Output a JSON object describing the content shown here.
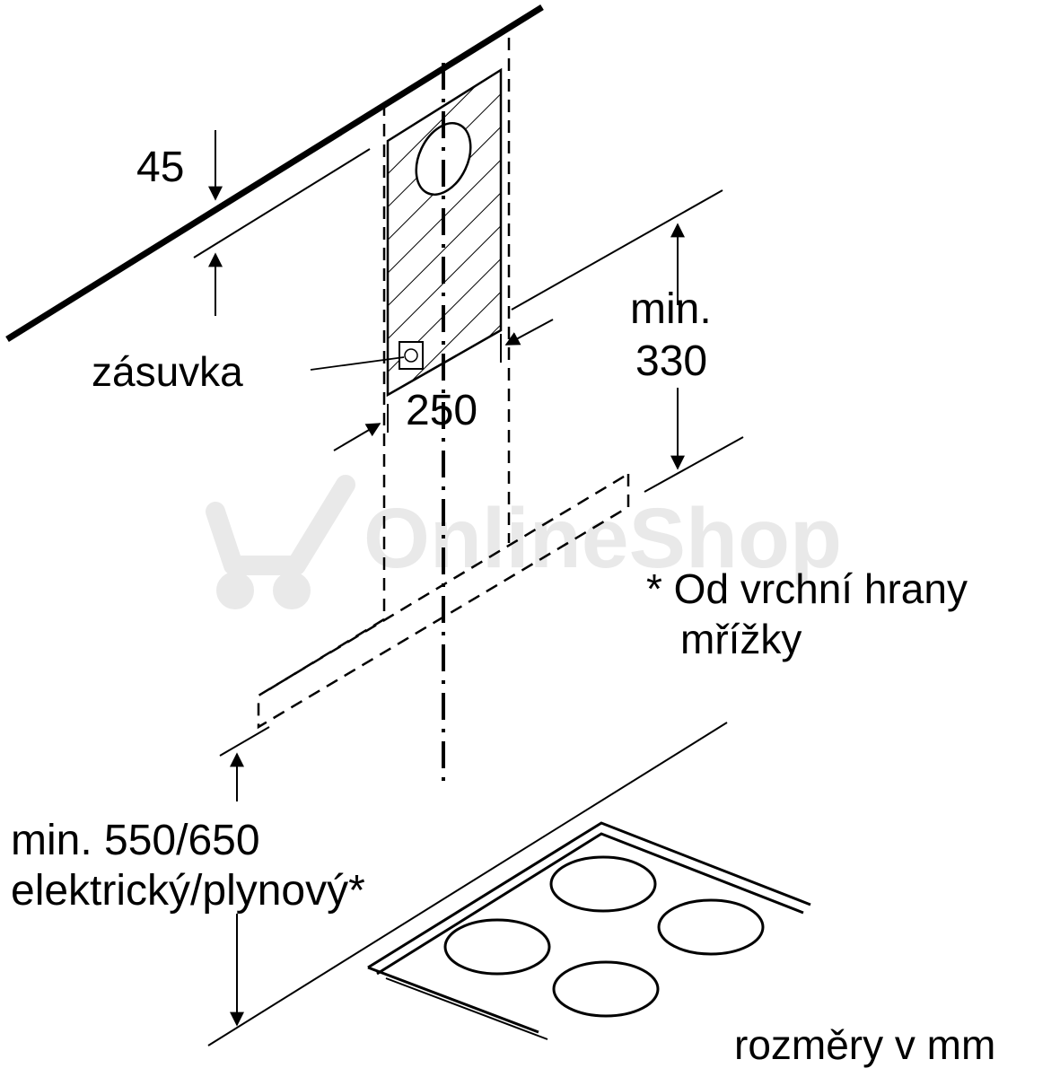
{
  "labels": {
    "dim_45": "45",
    "socket": "zásuvka",
    "dim_250": "250",
    "min_330_line1": "min.",
    "min_330_line2": "330",
    "note_line1": "* Od vrchní hrany",
    "note_line2": "mřížky",
    "min_height_line1": "min. 550/650",
    "min_height_line2": "elektrický/plynový*",
    "units": "rozměry v mm"
  },
  "watermark": {
    "text": "OnlineShop",
    "icon": "shopping-cart-icon",
    "color": "#e9e9e9"
  }
}
